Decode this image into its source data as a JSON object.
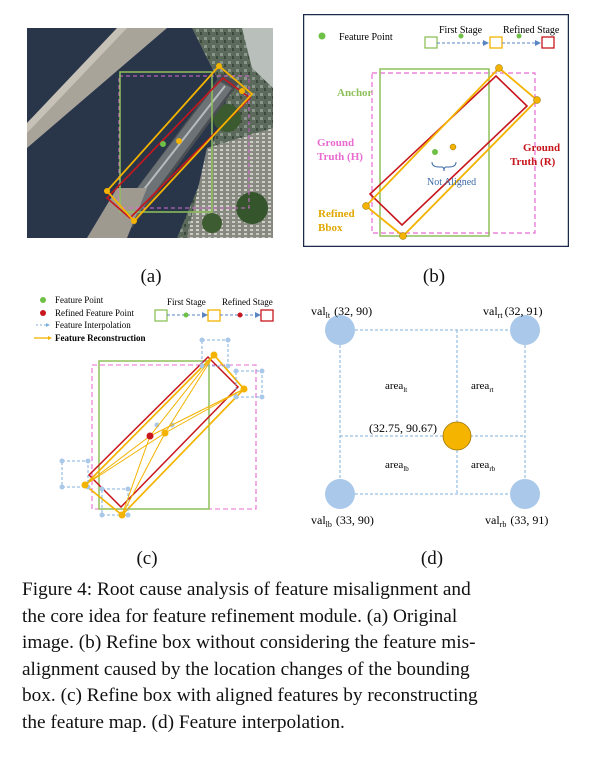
{
  "panel_a": {
    "label": "(a)"
  },
  "panel_b": {
    "label": "(b)",
    "legend": {
      "feature_point": "Feature Point",
      "first_stage": "First Stage",
      "refined_stage": "Refined Stage"
    },
    "anchor": "Anchor",
    "ground_truth_h_line1": "Ground",
    "ground_truth_h_line2": "Truth (H)",
    "ground_truth_r_line1": "Ground",
    "ground_truth_r_line2": "Truth (R)",
    "not_aligned": "Not Aligned",
    "refined_bbox_line1": "Refined",
    "refined_bbox_line2": "Bbox"
  },
  "panel_c": {
    "label": "(c)",
    "legend": {
      "feature_point": "Feature Point",
      "refined_feature_point": "Refined Feature Point",
      "feature_interpolation": "Feature Interpolation",
      "feature_reconstruction": "Feature Reconstruction",
      "first_stage": "First Stage",
      "refined_stage": "Refined Stage"
    }
  },
  "panel_d": {
    "label": "(d)",
    "val_lt_main": "val",
    "val_lt_sub": "lt",
    "val_lt_coords": "(32,  90)",
    "val_rt_main": "val",
    "val_rt_sub": "rt",
    "val_rt_coords": "(32,  91)",
    "val_lb_main": "val",
    "val_lb_sub": "lb",
    "val_lb_coords": "(33,  90)",
    "val_rb_main": "val",
    "val_rb_sub": "rb",
    "val_rb_coords": "(33,  91)",
    "area_lt_main": "area",
    "area_lt_sub": "lt",
    "area_rt_main": "area",
    "area_rt_sub": "rt",
    "area_lb_main": "area",
    "area_lb_sub": "lb",
    "area_rb_main": "area",
    "area_rb_sub": "rb",
    "center_coords": "(32.75,  90.67)"
  },
  "caption": {
    "line1": "Figure 4: Root cause analysis of feature misalignment and",
    "line2": "the core idea for feature refinement module.  (a) Original",
    "line3": "image.  (b) Refine box without considering the feature mis-",
    "line4": "alignment caused by the location changes of the bounding",
    "line5": "box.  (c) Refine box with aligned features by reconstructing",
    "line6": "the feature map.  (d) Feature interpolation."
  },
  "colors": {
    "anchor": "#8fc15a",
    "first_stage": "#f3b300",
    "refined_stage": "#c8161d",
    "ground_truth_h": "#e86bd0",
    "feature_point": "#6fc046",
    "interp": "#7fb0dc",
    "grid_node": "#a9c8ea",
    "center_node": "#f5b400"
  }
}
